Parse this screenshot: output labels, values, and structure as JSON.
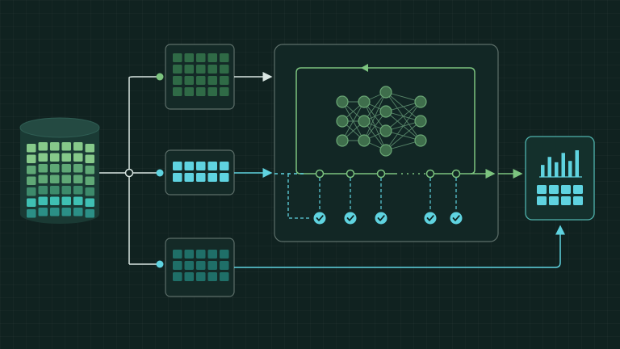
{
  "diagram": {
    "background": "#102220",
    "colors": {
      "green": "#7cc47f",
      "green_dark": "#2f6a46",
      "green_mid": "#4f9a5f",
      "cyan": "#5fd3e0",
      "teal": "#3bb6a8",
      "teal_dark": "#1f6f68",
      "line_white": "#d9e6e2",
      "panel_stroke": "#5d6f6a",
      "panel_fill": "#142a27",
      "node_fill": "#3f6e4c",
      "node_stroke": "#6aa775"
    },
    "nodes": {
      "database": {
        "icon": "database-cylinder-icon"
      },
      "split_train": {
        "icon": "grid-icon",
        "tone": "green"
      },
      "split_validation": {
        "icon": "grid-icon",
        "tone": "cyan"
      },
      "split_test": {
        "icon": "grid-icon",
        "tone": "teal"
      },
      "training_panel": {
        "icon": "neural-network-icon"
      },
      "checkpoints": {
        "count": 5,
        "icon": "check-circle-icon"
      },
      "results": {
        "icon": "bar-chart-icon",
        "bars": [
          0.45,
          0.75,
          0.55,
          0.9,
          0.6,
          1.0
        ]
      }
    }
  }
}
